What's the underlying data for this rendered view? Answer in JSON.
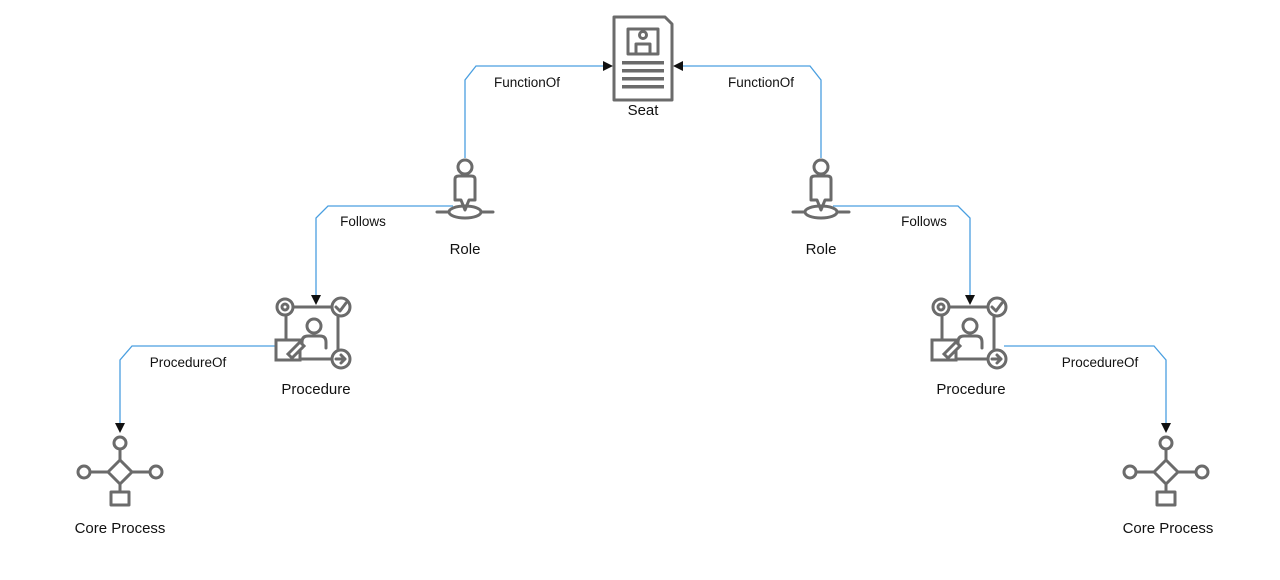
{
  "nodes": {
    "seat": {
      "label": "Seat",
      "icon": "seat-document-icon"
    },
    "role_left": {
      "label": "Role",
      "icon": "role-person-icon"
    },
    "role_right": {
      "label": "Role",
      "icon": "role-person-icon"
    },
    "procedure_left": {
      "label": "Procedure",
      "icon": "procedure-icon"
    },
    "procedure_right": {
      "label": "Procedure",
      "icon": "procedure-icon"
    },
    "core_left": {
      "label": "Core Process",
      "icon": "core-process-icon"
    },
    "core_right": {
      "label": "Core Process",
      "icon": "core-process-icon"
    }
  },
  "edges": {
    "function_of_left": {
      "label": "FunctionOf"
    },
    "function_of_right": {
      "label": "FunctionOf"
    },
    "follows_left": {
      "label": "Follows"
    },
    "follows_right": {
      "label": "Follows"
    },
    "procedure_of_left": {
      "label": "ProcedureOf"
    },
    "procedure_of_right": {
      "label": "ProcedureOf"
    }
  },
  "colors": {
    "edge": "#4a9fe0",
    "icon": "#6b6b6b",
    "text": "#111111"
  }
}
